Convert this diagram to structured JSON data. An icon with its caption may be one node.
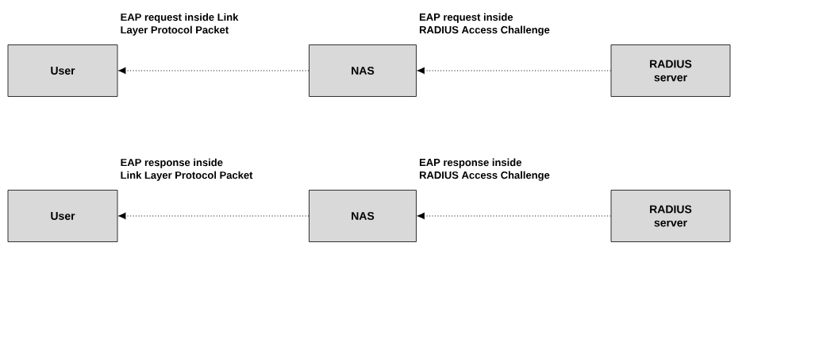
{
  "diagram": {
    "nodes": [
      {
        "text": [
          "User"
        ]
      },
      {
        "text": [
          "NAS"
        ]
      },
      {
        "text": [
          "RADIUS server"
        ]
      },
      {
        "text": [
          "User"
        ]
      },
      {
        "text": [
          "NAS"
        ]
      },
      {
        "text": [
          "RADIUS server"
        ]
      }
    ],
    "edges": [
      {
        "from": 1,
        "to": 0,
        "arrow": "to",
        "label": "EAP request inside Link Layer Protocol Packet"
      },
      {
        "from": 2,
        "to": 1,
        "arrow": "to",
        "label": "EAP request inside RADIUS Access Challenge"
      },
      {
        "from": 4,
        "to": 3,
        "arrow": "to",
        "label": "EAP response inside Link Layer Protocol Packet"
      },
      {
        "from": 5,
        "to": 4,
        "arrow": "to",
        "label": "EAP response inside RADIUS Access Challenge"
      }
    ]
  }
}
